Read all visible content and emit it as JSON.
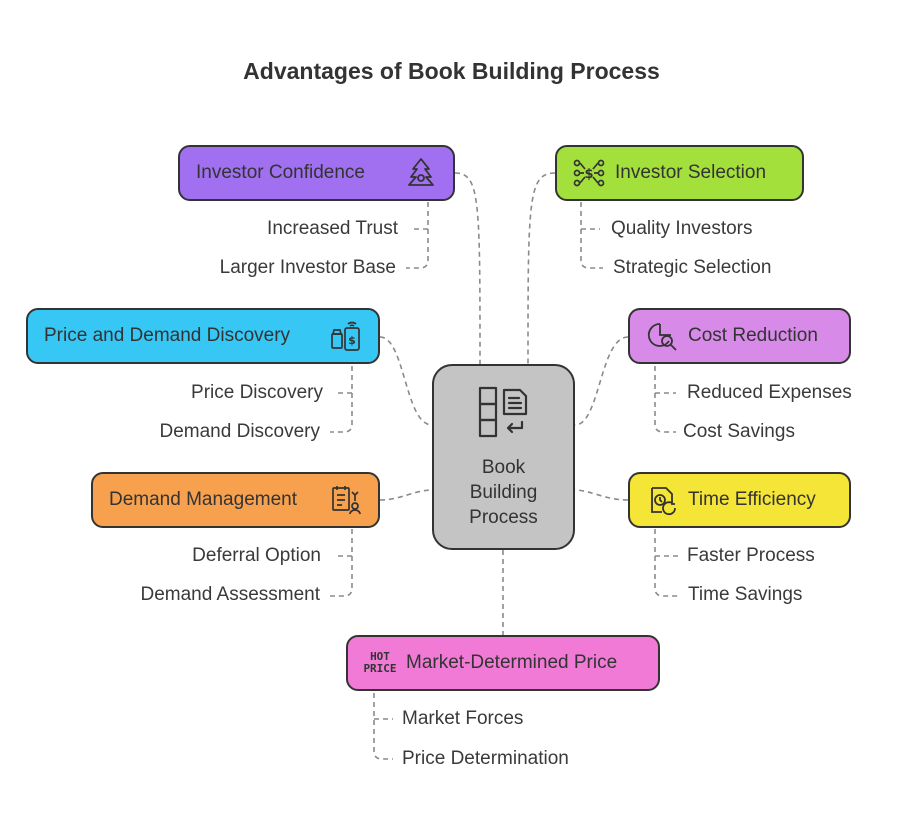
{
  "title": "Advantages of Book Building Process",
  "center": {
    "lines": [
      "Book",
      "Building",
      "Process"
    ],
    "icon": "book-building-icon"
  },
  "nodes": {
    "investor_confidence": {
      "label": "Investor Confidence",
      "color": "#a070f0",
      "icon": "tree-growth-icon",
      "items": [
        "Increased Trust",
        "Larger Investor Base"
      ]
    },
    "investor_selection": {
      "label": "Investor Selection",
      "color": "#a3e03c",
      "icon": "network-selection-icon",
      "items": [
        "Quality Investors",
        "Strategic Selection"
      ]
    },
    "price_demand": {
      "label": "Price and Demand Discovery",
      "color": "#37c7f5",
      "icon": "price-discovery-icon",
      "items": [
        "Price Discovery",
        "Demand Discovery"
      ]
    },
    "cost_reduction": {
      "label": "Cost Reduction",
      "color": "#d78ae8",
      "icon": "cost-search-icon",
      "items": [
        "Reduced Expenses",
        "Cost Savings"
      ]
    },
    "demand_management": {
      "label": "Demand Management",
      "color": "#f7a14e",
      "icon": "demand-list-icon",
      "items": [
        "Deferral Option",
        "Demand Assessment"
      ]
    },
    "time_efficiency": {
      "label": "Time Efficiency",
      "color": "#f5e536",
      "icon": "time-refresh-icon",
      "items": [
        "Faster Process",
        "Time Savings"
      ]
    },
    "market_price": {
      "label": "Market-Determined Price",
      "color": "#f07ad6",
      "icon": "hot-price-icon",
      "icon_text": [
        "HOT",
        "PRICE"
      ],
      "items": [
        "Market Forces",
        "Price Determination"
      ]
    }
  }
}
